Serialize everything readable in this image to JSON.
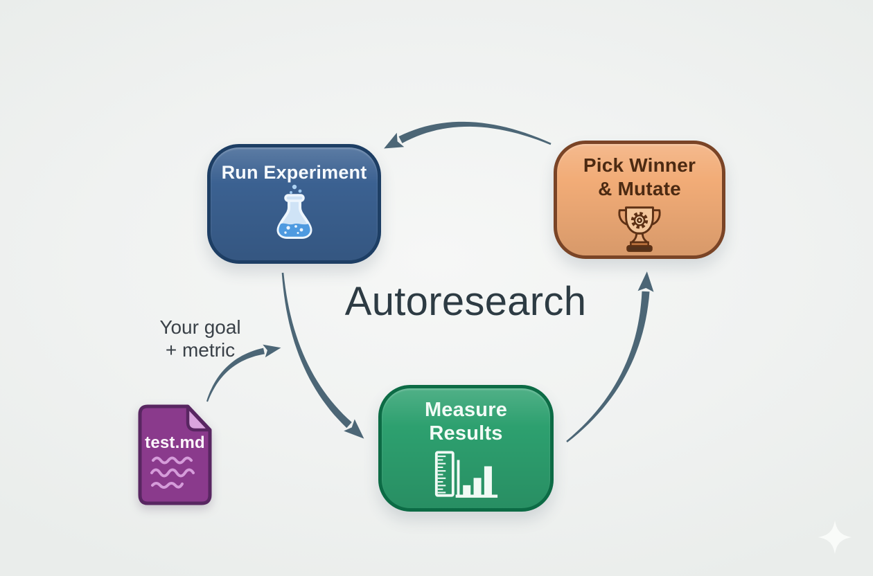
{
  "title": "Autoresearch",
  "nodes": {
    "run_experiment": {
      "label": "Run Experiment",
      "icon": "flask-icon",
      "fill": "#3b6191",
      "border": "#1d3e64",
      "text_color": "#f6fafd"
    },
    "pick_winner": {
      "line1": "Pick Winner",
      "line2": "& Mutate",
      "icon": "trophy-gear-icon",
      "fill": "#f2ac77",
      "border": "#7a4426",
      "text_color": "#4c2a12"
    },
    "measure_results": {
      "line1": "Measure",
      "line2": "Results",
      "icon": "ruler-bar-chart-icon",
      "fill": "#2da06f",
      "border": "#0c6b45",
      "text_color": "#f2fbf6"
    }
  },
  "annotation": {
    "line1": "Your goal",
    "line2": "+ metric"
  },
  "input_file": {
    "name": "test.md",
    "icon": "markdown-document-icon",
    "fill": "#8a3a8c",
    "border": "#582661",
    "fold": "#daa5de",
    "squiggle": "#d59cda",
    "text_color": "#fdf6fd"
  },
  "arrows": [
    {
      "from": "pick_winner_mutate",
      "to": "run_experiment"
    },
    {
      "from": "run_experiment",
      "to": "measure_results"
    },
    {
      "from": "measure_results",
      "to": "pick_winner_mutate"
    },
    {
      "from": "test_md_file",
      "to": "cycle",
      "label": "Your goal + metric"
    }
  ],
  "colors": {
    "background": "#f1f2f1",
    "arrow": "#4c6676",
    "title_text": "#2d3b43",
    "annotation_text": "#3a4148",
    "sparkle": "#fbfcfb"
  },
  "decoration": {
    "sparkle": "four-point-sparkle-icon"
  }
}
